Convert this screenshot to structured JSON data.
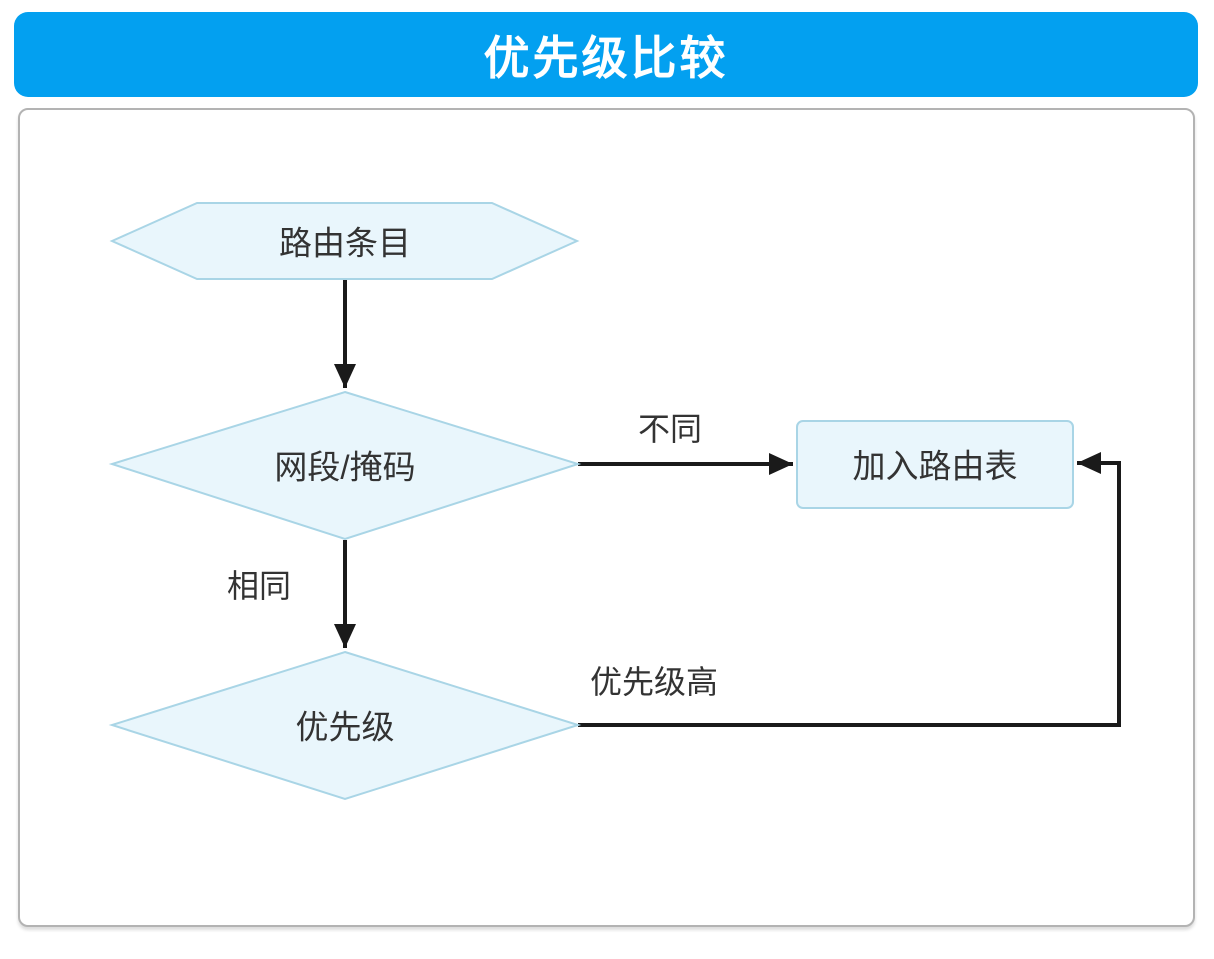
{
  "header": {
    "title": "优先级比较",
    "bg_color": "#03a0f0",
    "text_color": "#ffffff"
  },
  "diagram": {
    "type": "flowchart",
    "colors": {
      "shape_fill": "#e9f6fc",
      "shape_border": "#a9d5e6",
      "line": "#1a1a1a",
      "label_text": "#333333",
      "card_border": "#b3b3b3"
    },
    "nodes": {
      "route_entry": {
        "shape": "hexagon",
        "label": "路由条目"
      },
      "segment_mask": {
        "shape": "diamond",
        "label": "网段/掩码"
      },
      "add_routing_table": {
        "shape": "rounded-rect",
        "label": "加入路由表"
      },
      "priority": {
        "shape": "diamond",
        "label": "优先级"
      }
    },
    "edges": [
      {
        "from": "route_entry",
        "to": "segment_mask",
        "label": ""
      },
      {
        "from": "segment_mask",
        "to": "add_routing_table",
        "label": "不同"
      },
      {
        "from": "segment_mask",
        "to": "priority",
        "label": "相同"
      },
      {
        "from": "priority",
        "to": "add_routing_table",
        "label": "优先级高"
      }
    ],
    "edge_labels": {
      "different": "不同",
      "same": "相同",
      "higher_priority": "优先级高"
    }
  }
}
